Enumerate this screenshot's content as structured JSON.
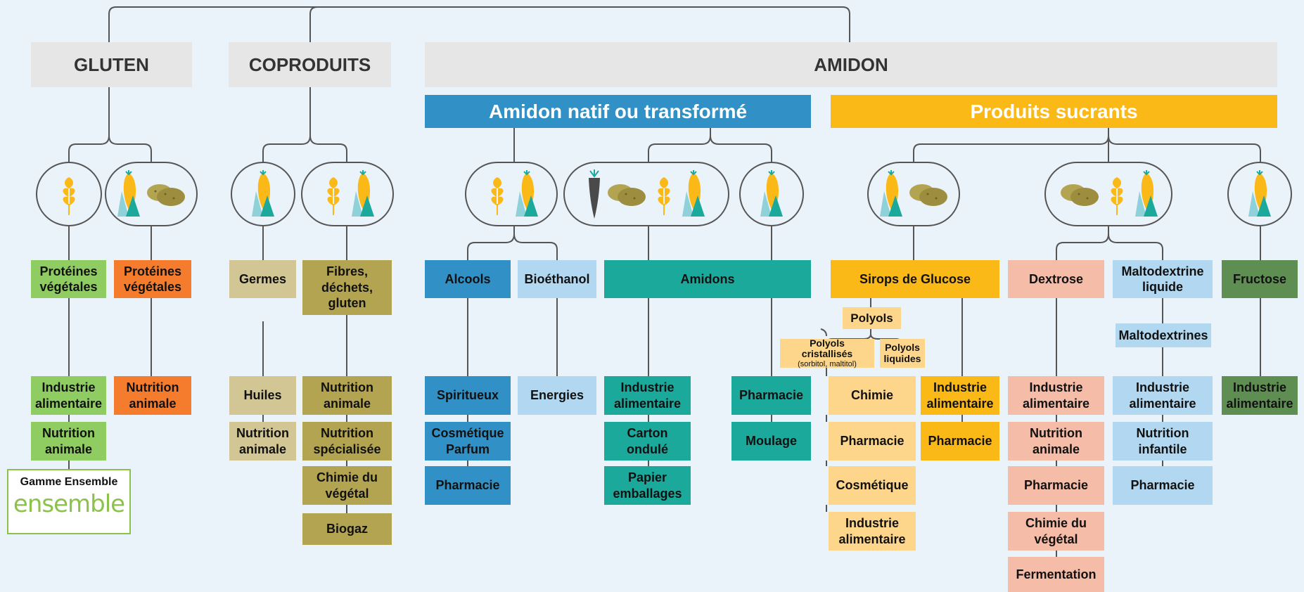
{
  "headers": {
    "gluten": "GLUTEN",
    "coproduits": "COPRODUITS",
    "amidon": "AMIDON"
  },
  "subheaders": {
    "natif": "Amidon natif ou transformé",
    "sucrants": "Produits sucrants"
  },
  "colors": {
    "green": "#8fcd62",
    "orange": "#f47c2c",
    "tan": "#d3c695",
    "olive": "#b3a451",
    "blue": "#3191c6",
    "lightblue": "#b1d7f1",
    "teal": "#1ba99c",
    "yellow": "#fbb917",
    "cream": "#fdd68c",
    "salmon": "#f5bca8",
    "darkgreen": "#5f8e53"
  },
  "icons": [
    "wheat-icon",
    "corn-icon",
    "potato-icon",
    "carrot-icon"
  ],
  "gluten": {
    "prot1": "Protéines végétales",
    "prot2": "Protéines végétales",
    "ind_alim": "Industrie alimentaire",
    "nutr_an": "Nutrition animale",
    "nutr_an2": "Nutrition animale",
    "gamme": "Gamme Ensemble",
    "logo": "ensemble"
  },
  "coproduits": {
    "germes": "Germes",
    "fibres": "Fibres, déchets, gluten",
    "huiles": "Huiles",
    "nutr_an": "Nutrition animale",
    "nutr_an2": "Nutrition animale",
    "nutr_spec": "Nutrition spécialisée",
    "chimie": "Chimie du végétal",
    "biogaz": "Biogaz"
  },
  "natif": {
    "alcools": "Alcools",
    "bioethanol": "Bioéthanol",
    "amidons": "Amidons",
    "spiritueux": "Spiritueux",
    "cosmetique": "Cosmétique Parfum",
    "pharmacie": "Pharmacie",
    "energies": "Energies",
    "ind_alim": "Industrie alimentaire",
    "carton": "Carton ondulé",
    "papier": "Papier emballages",
    "pharmacie2": "Pharmacie",
    "moulage": "Moulage"
  },
  "sucrants": {
    "sirops": "Sirops de Glucose",
    "polyols": "Polyols",
    "polyols_crist": "Polyols cristallisés",
    "polyols_crist_sub": "(sorbitol, maltitol)",
    "polyols_liq": "Polyols liquides",
    "chimie": "Chimie",
    "pharmacie": "Pharmacie",
    "cosmetique": "Cosmétique",
    "ind_alim": "Industrie alimentaire",
    "ind_alim2": "Industrie alimentaire",
    "pharmacie2": "Pharmacie",
    "dextrose": "Dextrose",
    "dx_ind": "Industrie alimentaire",
    "dx_nutr": "Nutrition animale",
    "dx_pharma": "Pharmacie",
    "dx_chimie": "Chimie du végétal",
    "dx_ferm": "Fermentation",
    "malto_liq": "Maltodextrine liquide",
    "maltodextrines": "Maltodextrines",
    "md_ind": "Industrie alimentaire",
    "md_nutr": "Nutrition infantile",
    "md_pharma": "Pharmacie",
    "fructose": "Fructose",
    "fr_ind": "Industrie alimentaire"
  }
}
